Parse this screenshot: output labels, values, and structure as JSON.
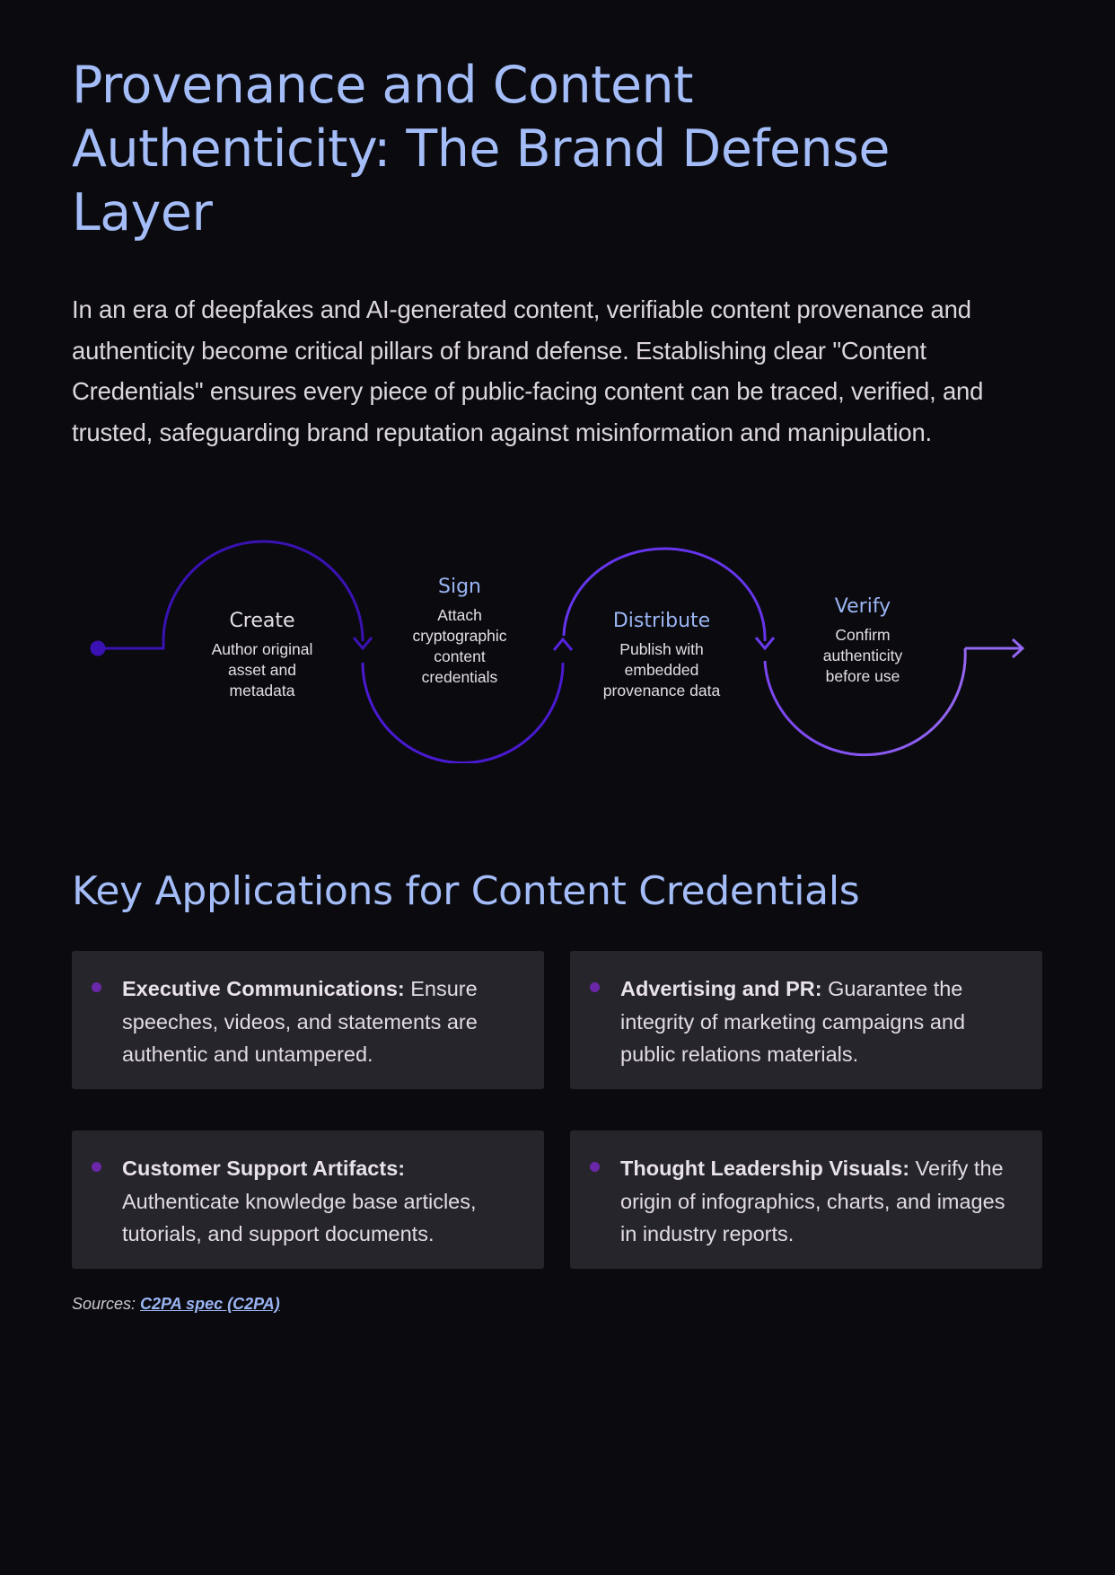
{
  "header": {
    "title": "Provenance and Content Authenticity: The Brand Defense Layer"
  },
  "intro": {
    "text": "In an era of deepfakes and AI-generated content, verifiable content provenance and authenticity become critical pillars of brand defense. Establishing clear \"Content Credentials\" ensures every piece of public-facing content can be traced, verified, and trusted, safeguarding brand reputation against misinformation and manipulation."
  },
  "diagram": {
    "steps": [
      {
        "title": "Create",
        "description": "Author original asset and metadata"
      },
      {
        "title": "Sign",
        "description": "Attach cryptographic content credentials"
      },
      {
        "title": "Distribute",
        "description": "Publish with embedded provenance data"
      },
      {
        "title": "Verify",
        "description": "Confirm authenticity before use"
      }
    ],
    "colors": {
      "create": "#3a12b3",
      "sign": "#4a1ad0",
      "distribute": "#6535ec",
      "verify": "#8c5df0",
      "title_accent": "#9bb5f3"
    }
  },
  "applications": {
    "title": "Key Applications for Content Credentials",
    "items": [
      {
        "label": "Executive Communications:",
        "text": " Ensure speeches, videos, and statements are authentic and untampered."
      },
      {
        "label": "Advertising and PR:",
        "text": " Guarantee the integrity of marketing campaigns and public relations materials."
      },
      {
        "label": "Customer Support Artifacts:",
        "text": " Authenticate knowledge base articles, tutorials, and support documents."
      },
      {
        "label": "Thought Leadership Visuals:",
        "text": " Verify the origin of infographics, charts, and images in industry reports."
      }
    ]
  },
  "sources": {
    "prefix": "Sources: ",
    "link_label": "C2PA spec (C2PA)"
  },
  "theme": {
    "background": "#0a0a0f",
    "heading": "#a4bdf8",
    "card_bg": "#26252b",
    "bullet": "#6a27a8"
  }
}
